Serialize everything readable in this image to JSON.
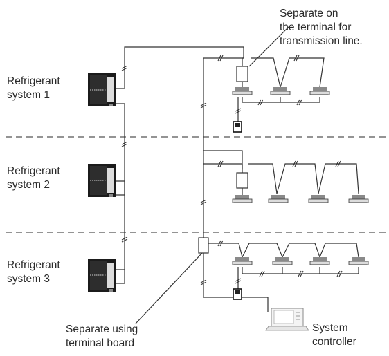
{
  "systems": [
    {
      "line1": "Refrigerant",
      "line2": "system 1"
    },
    {
      "line1": "Refrigerant",
      "line2": "system 2"
    },
    {
      "line1": "Refrigerant",
      "line2": "system 3"
    }
  ],
  "callouts": {
    "terminal_separation": [
      "Separate on",
      "the terminal for",
      "transmission line."
    ],
    "terminal_board": [
      "Separate using",
      "terminal board"
    ],
    "system_controller": [
      "System",
      "controller"
    ]
  },
  "colors": {
    "line": "#333333",
    "dashed_divider": "#555555",
    "unit_dark": "#1a1a1a"
  }
}
